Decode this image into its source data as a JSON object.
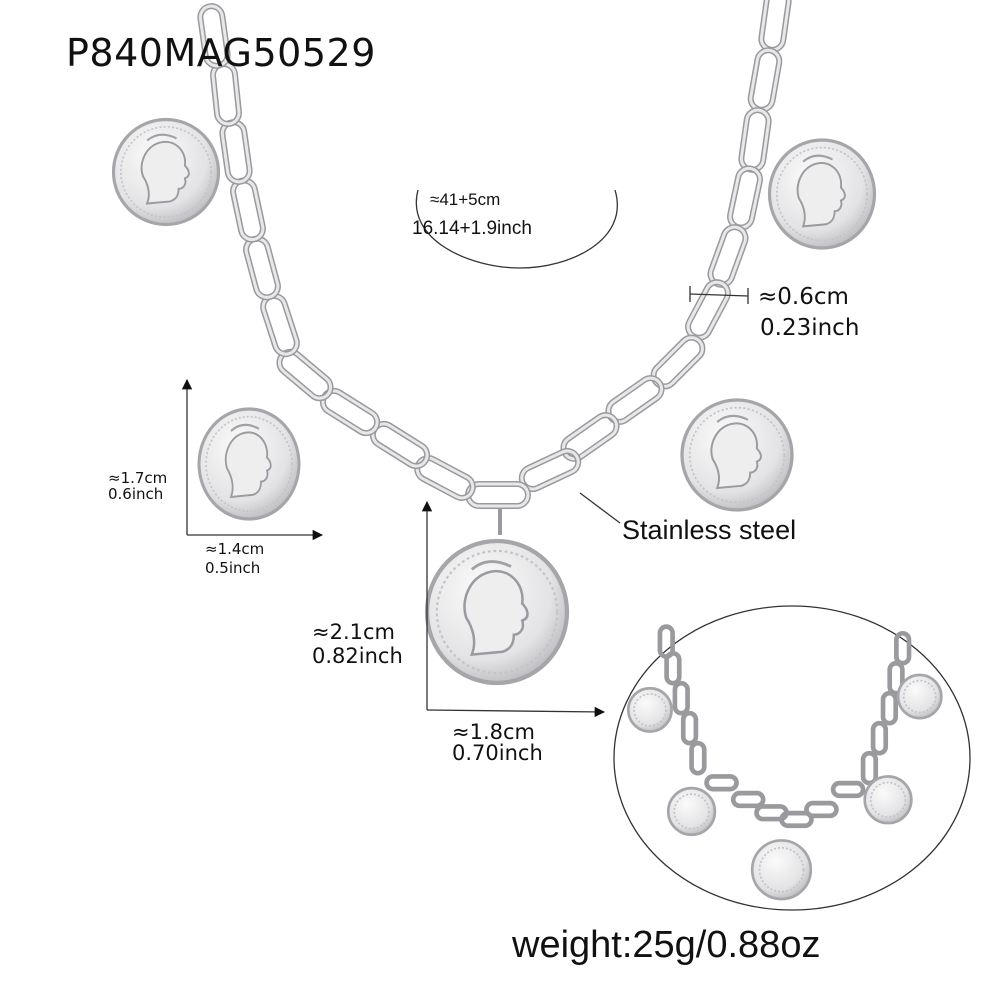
{
  "product": {
    "sku": "P840MAG50529",
    "material_label": "Stainless steel",
    "weight_label": "weight:25g/0.88oz"
  },
  "measurements": {
    "necklace_length": {
      "cm": "≈41+5cm",
      "inch": "16.14+1.9inch"
    },
    "link_width": {
      "cm": "≈0.6cm",
      "inch": "0.23inch"
    },
    "small_coin_height": {
      "cm": "≈1.7cm",
      "inch": "0.6inch"
    },
    "small_coin_width": {
      "cm": "≈1.4cm",
      "inch": "0.5inch"
    },
    "large_coin_height": {
      "cm": "≈2.1cm",
      "inch": "0.82inch"
    },
    "large_coin_width": {
      "cm": "≈1.8cm",
      "inch": "0.70inch"
    }
  },
  "colors": {
    "background": "#ffffff",
    "text": "#111111",
    "metal": "#d4d4d6",
    "metal_dark": "#8e8e92",
    "annotation_line": "#333333"
  },
  "pendants": {
    "main_count": 5,
    "inset_count": 5
  }
}
